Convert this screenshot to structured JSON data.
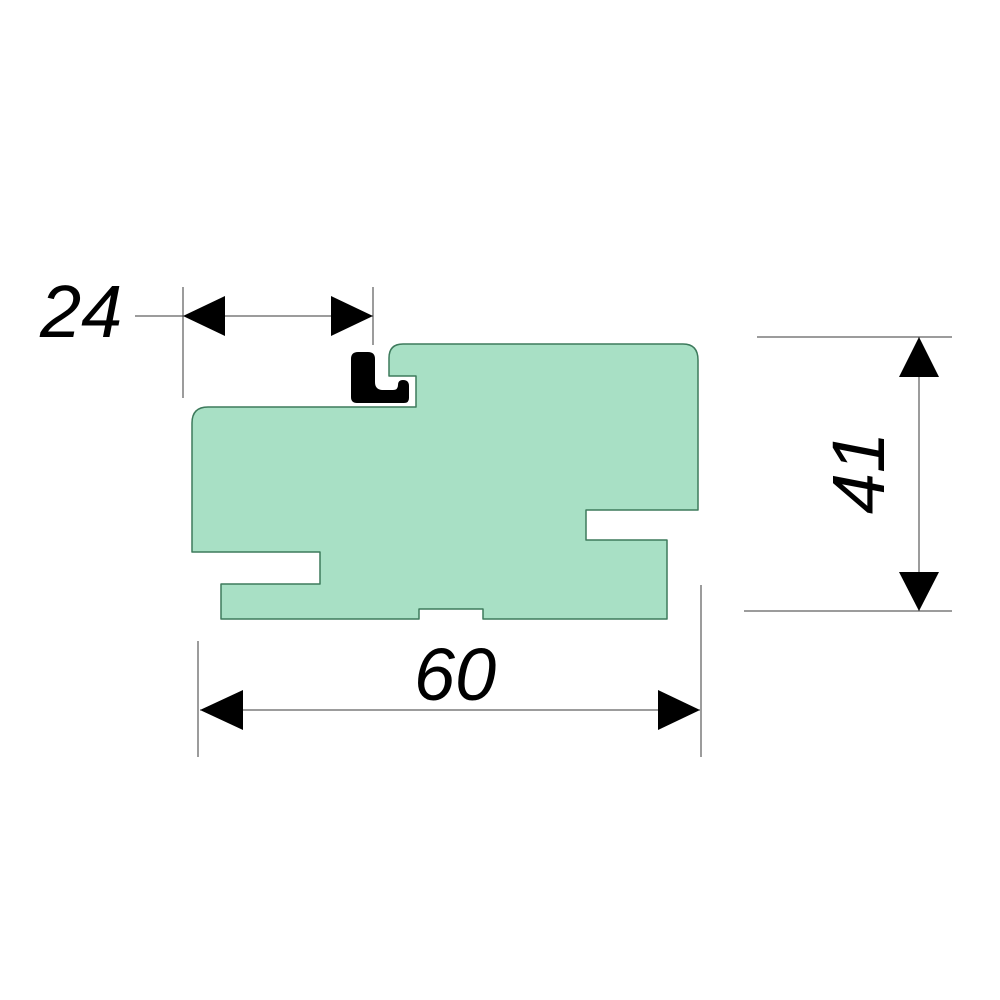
{
  "dimension_labels": {
    "top_offset": "24",
    "overall_width": "60",
    "overall_height": "41"
  },
  "colors": {
    "profile_fill": "#a8e0c5",
    "profile_stroke": "#3d7a5c",
    "seal": "#000000",
    "arrow": "#000000"
  }
}
